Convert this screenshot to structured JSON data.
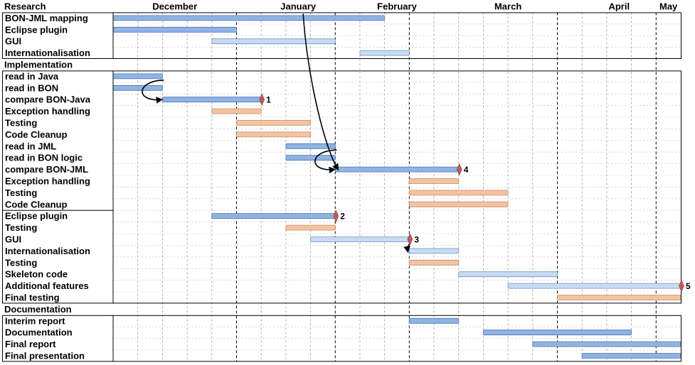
{
  "chart_data": {
    "type": "gantt",
    "time_unit": "week",
    "months": [
      {
        "label": "December",
        "week": 2.5
      },
      {
        "label": "January",
        "week": 7.5
      },
      {
        "label": "February",
        "week": 11.5
      },
      {
        "label": "March",
        "week": 16
      },
      {
        "label": "April",
        "week": 20.5
      },
      {
        "label": "May",
        "week": 22.5
      }
    ],
    "month_boundaries": [
      5,
      9,
      12,
      18,
      22
    ],
    "total_weeks": 23,
    "sections": [
      {
        "title": "Research",
        "tasks": [
          {
            "name": "BON-JML mapping",
            "start": 0,
            "end": 11,
            "kind": "blue"
          },
          {
            "name": "Eclipse plugin",
            "start": 0,
            "end": 5,
            "kind": "blue"
          },
          {
            "name": "GUI",
            "start": 4,
            "end": 9,
            "kind": "light"
          },
          {
            "name": "Internationalisation",
            "start": 10,
            "end": 12,
            "kind": "light"
          }
        ]
      },
      {
        "title": "Implementation",
        "tasks": [
          {
            "name": "read in Java",
            "start": 0,
            "end": 2,
            "kind": "blue"
          },
          {
            "name": "read in BON",
            "start": 0,
            "end": 2,
            "kind": "blue"
          },
          {
            "name": "compare BON-Java",
            "start": 2,
            "end": 6,
            "kind": "blue"
          },
          {
            "name": "Exception handling",
            "start": 4,
            "end": 6,
            "kind": "orange"
          },
          {
            "name": "Testing",
            "start": 5,
            "end": 8,
            "kind": "orange"
          },
          {
            "name": "Code Cleanup",
            "start": 5,
            "end": 8,
            "kind": "orange"
          },
          {
            "name": "read in JML",
            "start": 7,
            "end": 9,
            "kind": "blue"
          },
          {
            "name": "read in BON logic",
            "start": 7,
            "end": 9,
            "kind": "blue"
          },
          {
            "name": "compare BON-JML",
            "start": 9,
            "end": 14,
            "kind": "blue"
          },
          {
            "name": "Exception handling",
            "start": 12,
            "end": 14,
            "kind": "orange"
          },
          {
            "name": "Testing",
            "start": 12,
            "end": 16,
            "kind": "orange"
          },
          {
            "name": "Code Cleanup",
            "start": 12,
            "end": 16,
            "kind": "orange"
          },
          {
            "name": "Eclipse plugin",
            "start": 4,
            "end": 9,
            "kind": "blue",
            "divider_above": true
          },
          {
            "name": "Testing",
            "start": 7,
            "end": 9,
            "kind": "orange"
          },
          {
            "name": "GUI",
            "start": 8,
            "end": 12,
            "kind": "light"
          },
          {
            "name": "Internationalisation",
            "start": 12,
            "end": 14,
            "kind": "light"
          },
          {
            "name": "Testing",
            "start": 12,
            "end": 14,
            "kind": "orange"
          },
          {
            "name": "Skeleton code",
            "start": 14,
            "end": 18,
            "kind": "light"
          },
          {
            "name": "Additional features",
            "start": 16,
            "end": 23,
            "kind": "light"
          },
          {
            "name": "Final testing",
            "start": 18,
            "end": 23,
            "kind": "orange"
          }
        ]
      },
      {
        "title": "Documentation",
        "tasks": [
          {
            "name": "Interim report",
            "start": 12,
            "end": 14,
            "kind": "blue"
          },
          {
            "name": "Documentation",
            "start": 15,
            "end": 21,
            "kind": "blue"
          },
          {
            "name": "Final report",
            "start": 17,
            "end": 23,
            "kind": "blue"
          },
          {
            "name": "Final presentation",
            "start": 19,
            "end": 23,
            "kind": "blue"
          }
        ]
      }
    ],
    "milestones": [
      {
        "label": "1",
        "section": 1,
        "row": 2,
        "week": 6
      },
      {
        "label": "4",
        "section": 1,
        "row": 8,
        "week": 14
      },
      {
        "label": "2",
        "section": 1,
        "row": 12,
        "week": 9
      },
      {
        "label": "3",
        "section": 1,
        "row": 14,
        "week": 12
      },
      {
        "label": "5",
        "section": 1,
        "row": 18,
        "week": 23
      }
    ],
    "dependencies": [
      {
        "from": [
          1,
          1
        ],
        "to": [
          1,
          2
        ],
        "type": "loop"
      },
      {
        "from": [
          1,
          7
        ],
        "to": [
          1,
          8
        ],
        "type": "loop"
      },
      {
        "from": [
          0,
          0
        ],
        "to": [
          1,
          8
        ],
        "type": "long"
      },
      {
        "from": [
          1,
          14
        ],
        "to": [
          1,
          15
        ],
        "type": "drop"
      }
    ]
  },
  "colors": {
    "blue": "#8fb3e3",
    "blue_border": "#4a78b8",
    "light": "#c9dbf2",
    "light_border": "#6d93c8",
    "orange": "#f3c3a3",
    "orange_border": "#c98a5e",
    "milestone": "#c45a5a"
  }
}
